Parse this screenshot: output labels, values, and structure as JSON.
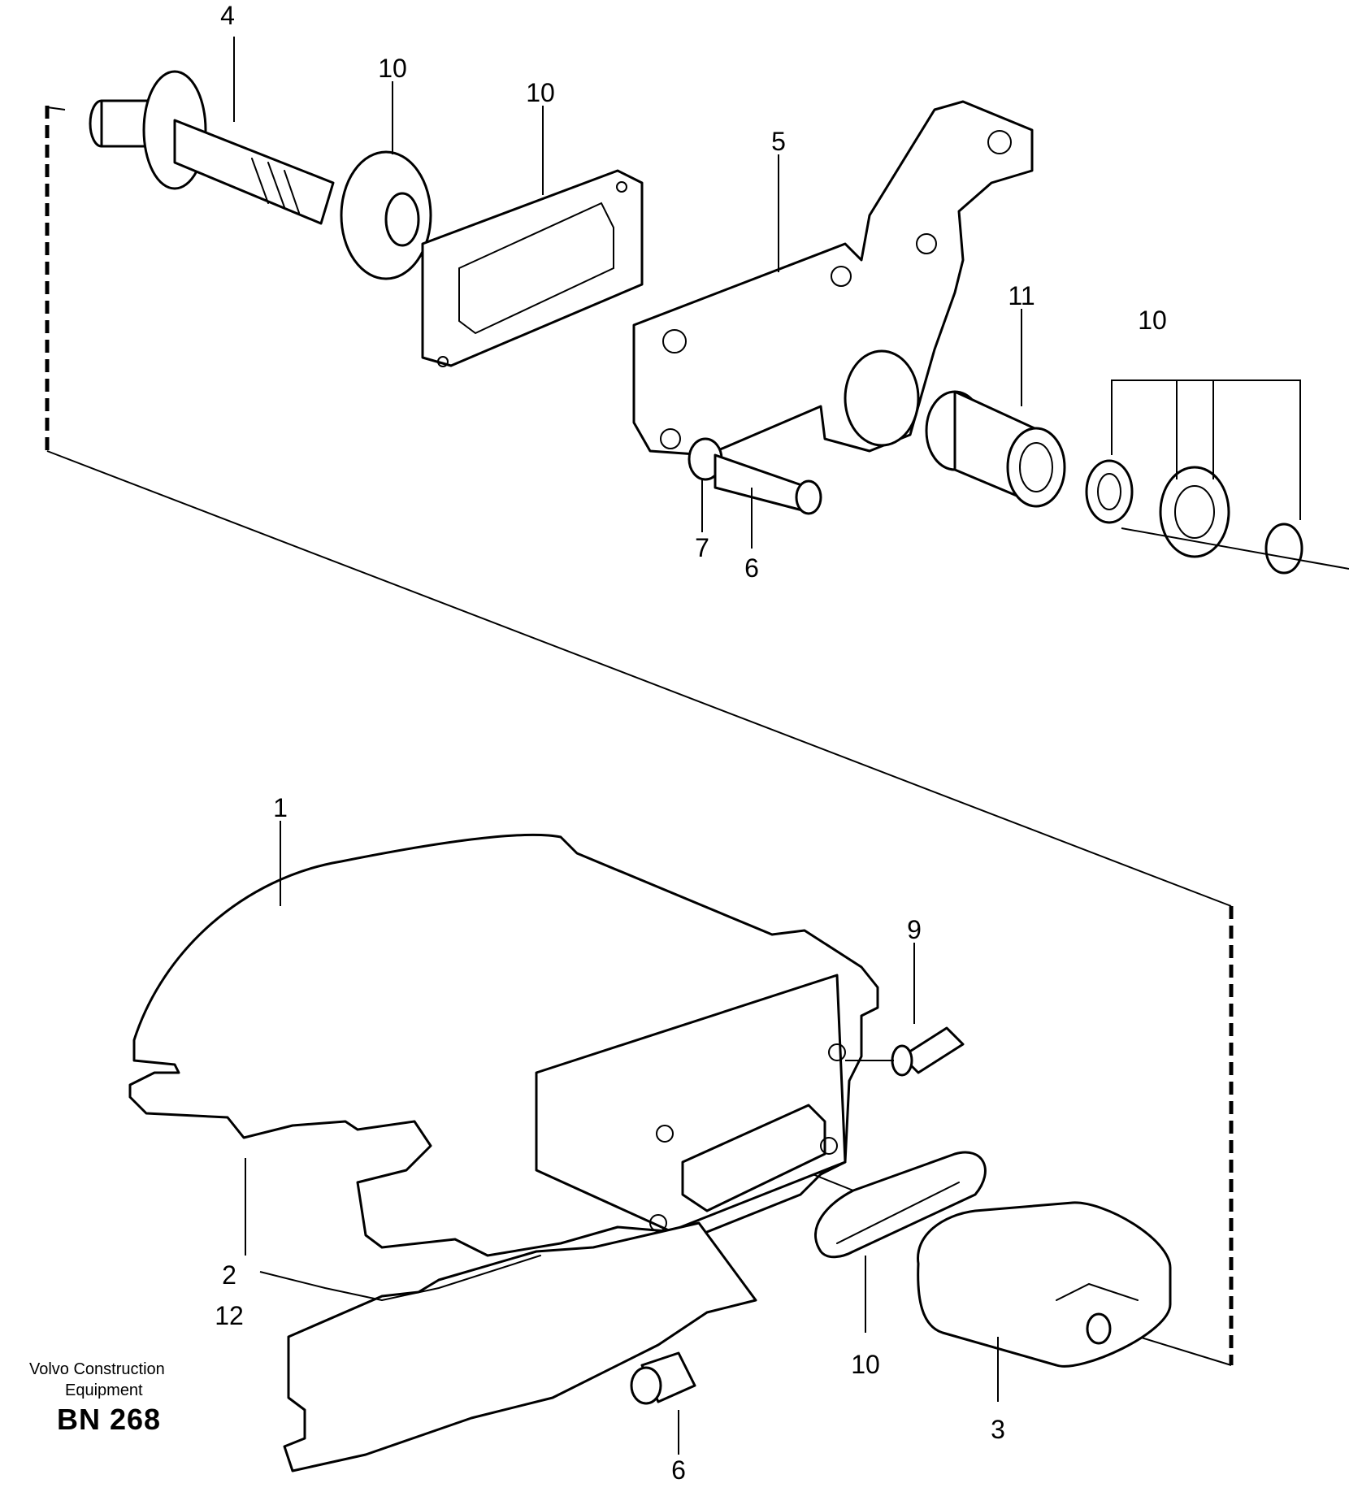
{
  "callouts": {
    "c1": "1",
    "c2": "2",
    "c3": "3",
    "c4": "4",
    "c5": "5",
    "c6a": "6",
    "c6b": "6",
    "c7": "7",
    "c9": "9",
    "c10a": "10",
    "c10b": "10",
    "c10c": "10",
    "c10d": "10",
    "c11": "11",
    "c12": "12"
  },
  "footer": {
    "brand_line1": "Volvo Construction",
    "brand_line2": "Equipment",
    "drawing_code": "BN 268"
  }
}
